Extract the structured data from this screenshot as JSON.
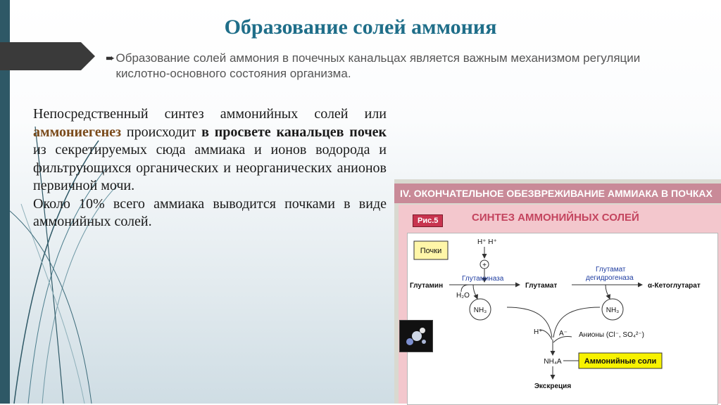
{
  "slide": {
    "title": "Образование солей аммония",
    "bullet": "Образование солей аммония в почечных канальцах является важным механизмом регуляции кислотно-основного состояния организма.",
    "main": {
      "p1_a": "Непосредственный синтез аммонийных солей или ",
      "p1_term": "аммониегенез",
      "p1_b": " происходит ",
      "p1_place": "в просвете канальцев почек",
      "p1_c": " из секретируемых сюда аммиака и ионов водорода и фильтрующихся органических и неорганических анионов первичной мочи.",
      "p2": "Около 10% всего аммиака выводится почками в виде аммонийных солей."
    }
  },
  "figure": {
    "header": "IV. ОКОНЧАТЕЛЬНОЕ ОБЕЗВРЕЖИВАНИЕ АММИАКА В ПОЧКАХ",
    "fig_label": "Рис.5",
    "subtitle": "СИНТЕЗ АММОНИЙНЫХ СОЛЕЙ",
    "kidney_label": "Почки",
    "h_top": "H⁺  H⁺",
    "plus": "+",
    "glutamine": "Глутамин",
    "glutaminase": "Глутаминаза",
    "glutamate": "Глутамат",
    "gdh_line1": "Глутамат",
    "gdh_line2": "дегидрогеназа",
    "akg": "α-Кетоглутарат",
    "water": "H₂O",
    "nh3": "NH₃",
    "h_plus": "H⁺",
    "a_minus": "A⁻",
    "anions": "Анионы (Cl⁻, SO₄²⁻)",
    "nh4a": "NH₄A",
    "salts": "Аммонийные соли",
    "excretion": "Экскреция"
  },
  "colors": {
    "title": "#1f6e89",
    "accent_red": "#c4455f",
    "salts_box": "#f7f200"
  }
}
